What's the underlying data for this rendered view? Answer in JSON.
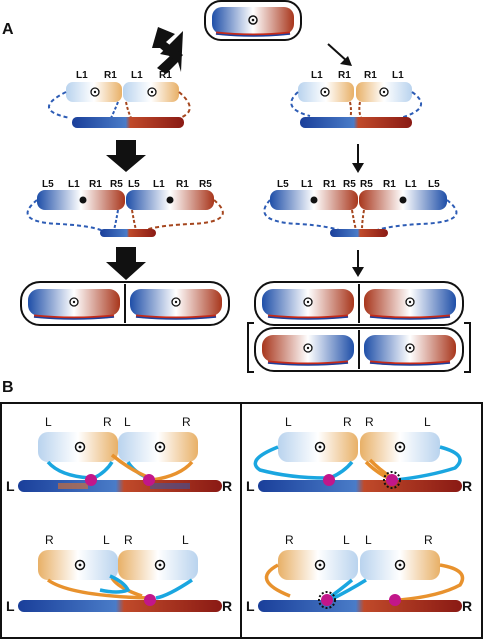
{
  "panels": {
    "a": "A",
    "b": "B"
  },
  "labels": {
    "l1": "L1",
    "r1": "R1",
    "l5": "L5",
    "r5": "R5",
    "l": "L",
    "r": "R"
  },
  "colors": {
    "blue": "#1f5fb0",
    "red": "#a2261e",
    "orange": "#e8922e",
    "cyan": "#1aa6e0",
    "magenta": "#c2168a"
  }
}
